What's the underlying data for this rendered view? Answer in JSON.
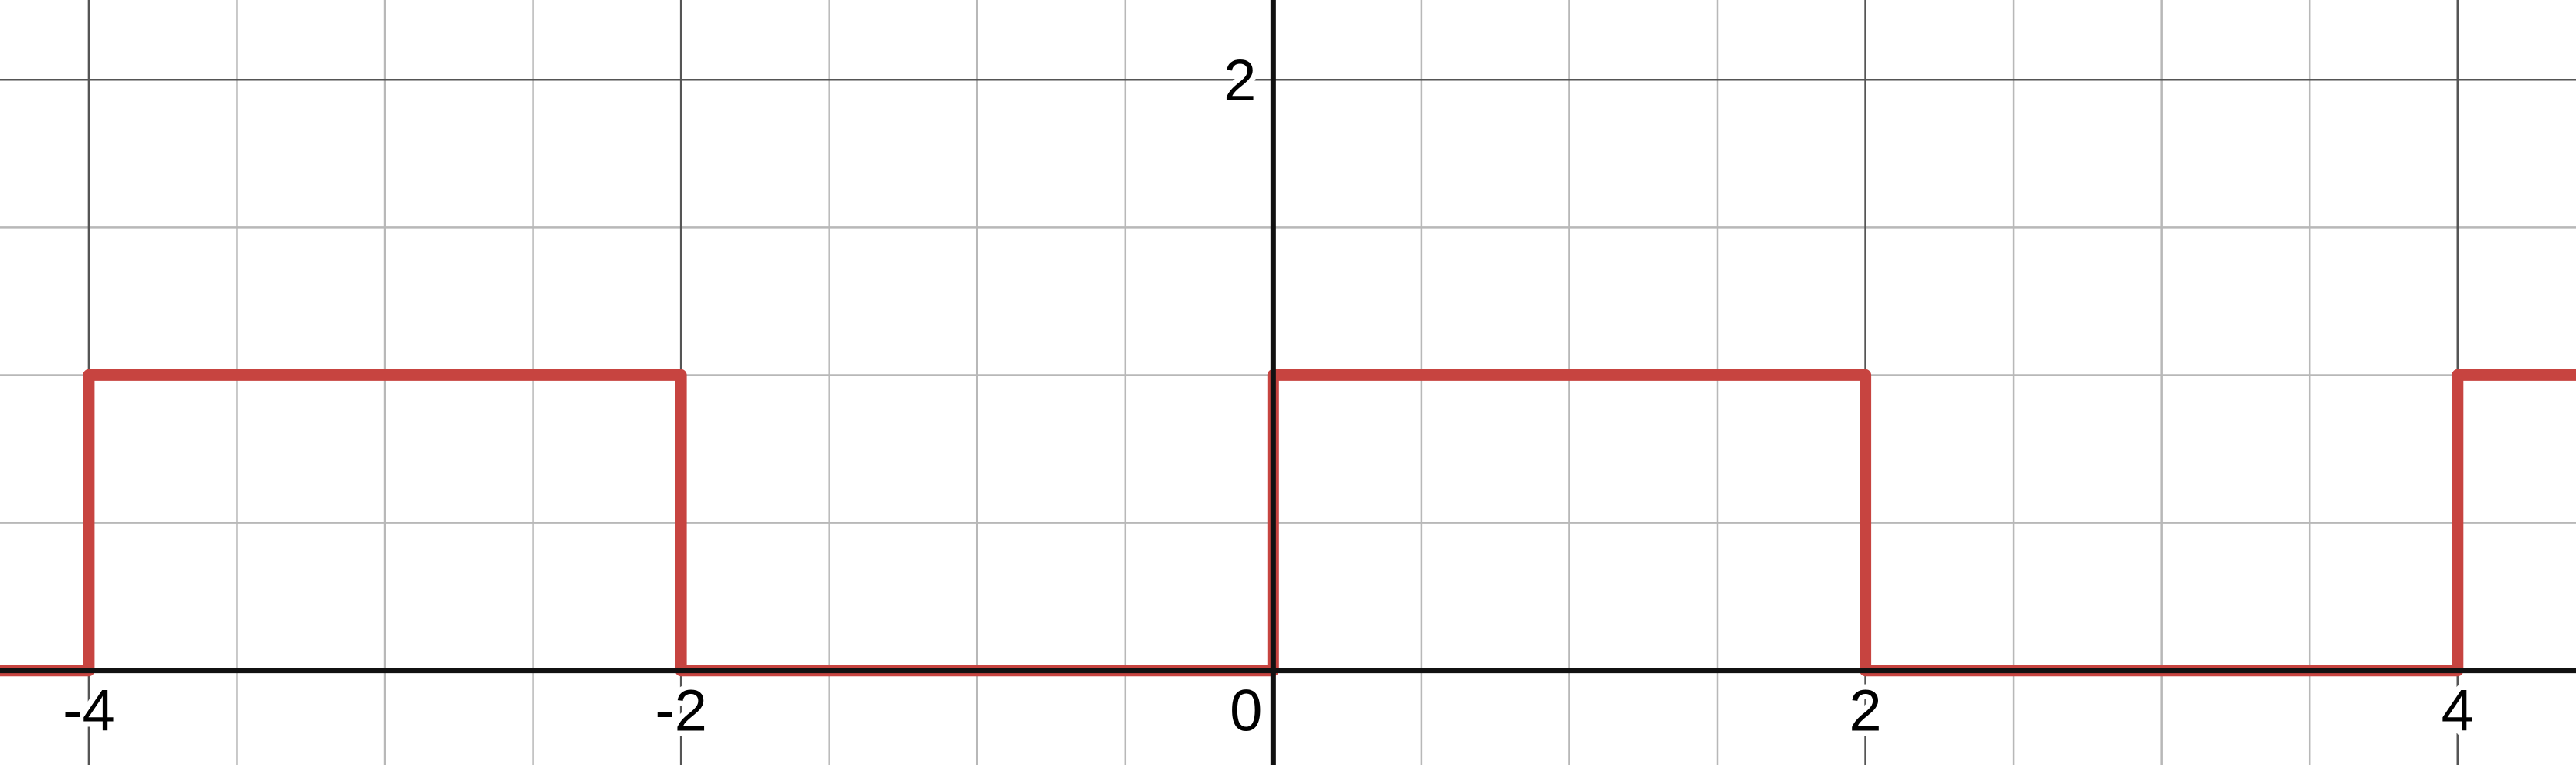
{
  "chart_data": {
    "type": "line",
    "title": "",
    "xlabel": "",
    "ylabel": "",
    "xlim": [
      -4.3,
      4.4
    ],
    "ylim": [
      -0.32,
      2.27
    ],
    "grid": true,
    "minor_grid_step": 0.5,
    "major_grid_step": 2,
    "x_ticks": [
      {
        "value": -4,
        "label": "-4"
      },
      {
        "value": -2,
        "label": "-2"
      },
      {
        "value": 0,
        "label": "0"
      },
      {
        "value": 2,
        "label": "2"
      },
      {
        "value": 4,
        "label": "4"
      }
    ],
    "y_ticks": [
      {
        "value": 2,
        "label": "2"
      }
    ],
    "series": [
      {
        "color": "#c74440",
        "x": [
          -4.3,
          -4.0,
          -4.0,
          -2.0,
          -2.0,
          0.0,
          0.0,
          2.0,
          2.0,
          4.0,
          4.0,
          4.4
        ],
        "y": [
          0,
          0,
          1,
          1,
          0,
          0,
          1,
          1,
          0,
          0,
          1,
          1
        ]
      }
    ]
  }
}
